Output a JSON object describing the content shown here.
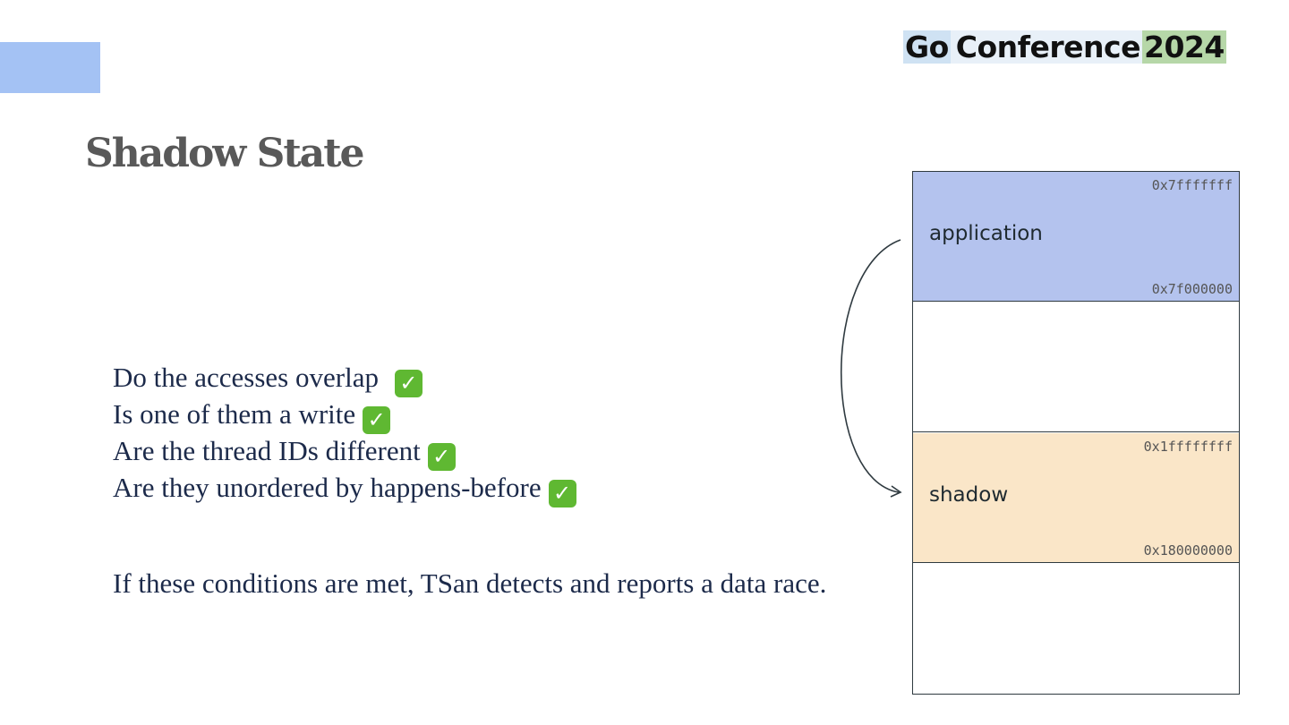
{
  "logo": {
    "word1": "Go",
    "word2": "Conference",
    "word3": "2024"
  },
  "title": "Shadow State",
  "conditions": [
    {
      "text": "Do the accesses overlap",
      "mark": "✓"
    },
    {
      "text": "Is one of them a write",
      "mark": "✓"
    },
    {
      "text": "Are the thread IDs different",
      "mark": "✓"
    },
    {
      "text": "Are they unordered by happens-before",
      "mark": "✓"
    }
  ],
  "conclusion": "If these conditions are met, TSan detects and reports a data race.",
  "memory_map": {
    "application": {
      "label": "application",
      "addr_high": "0x7fffffff",
      "addr_low": "0x7f000000"
    },
    "shadow": {
      "label": "shadow",
      "addr_high": "0x1ffffffff",
      "addr_low": "0x180000000"
    }
  },
  "colors": {
    "application_fill": "#b4c3ee",
    "shadow_fill": "#fae6c8",
    "check_green": "#5fb832",
    "accent_block": "#a4c2f4"
  },
  "icons": {
    "check": "white-check-mark-icon"
  }
}
